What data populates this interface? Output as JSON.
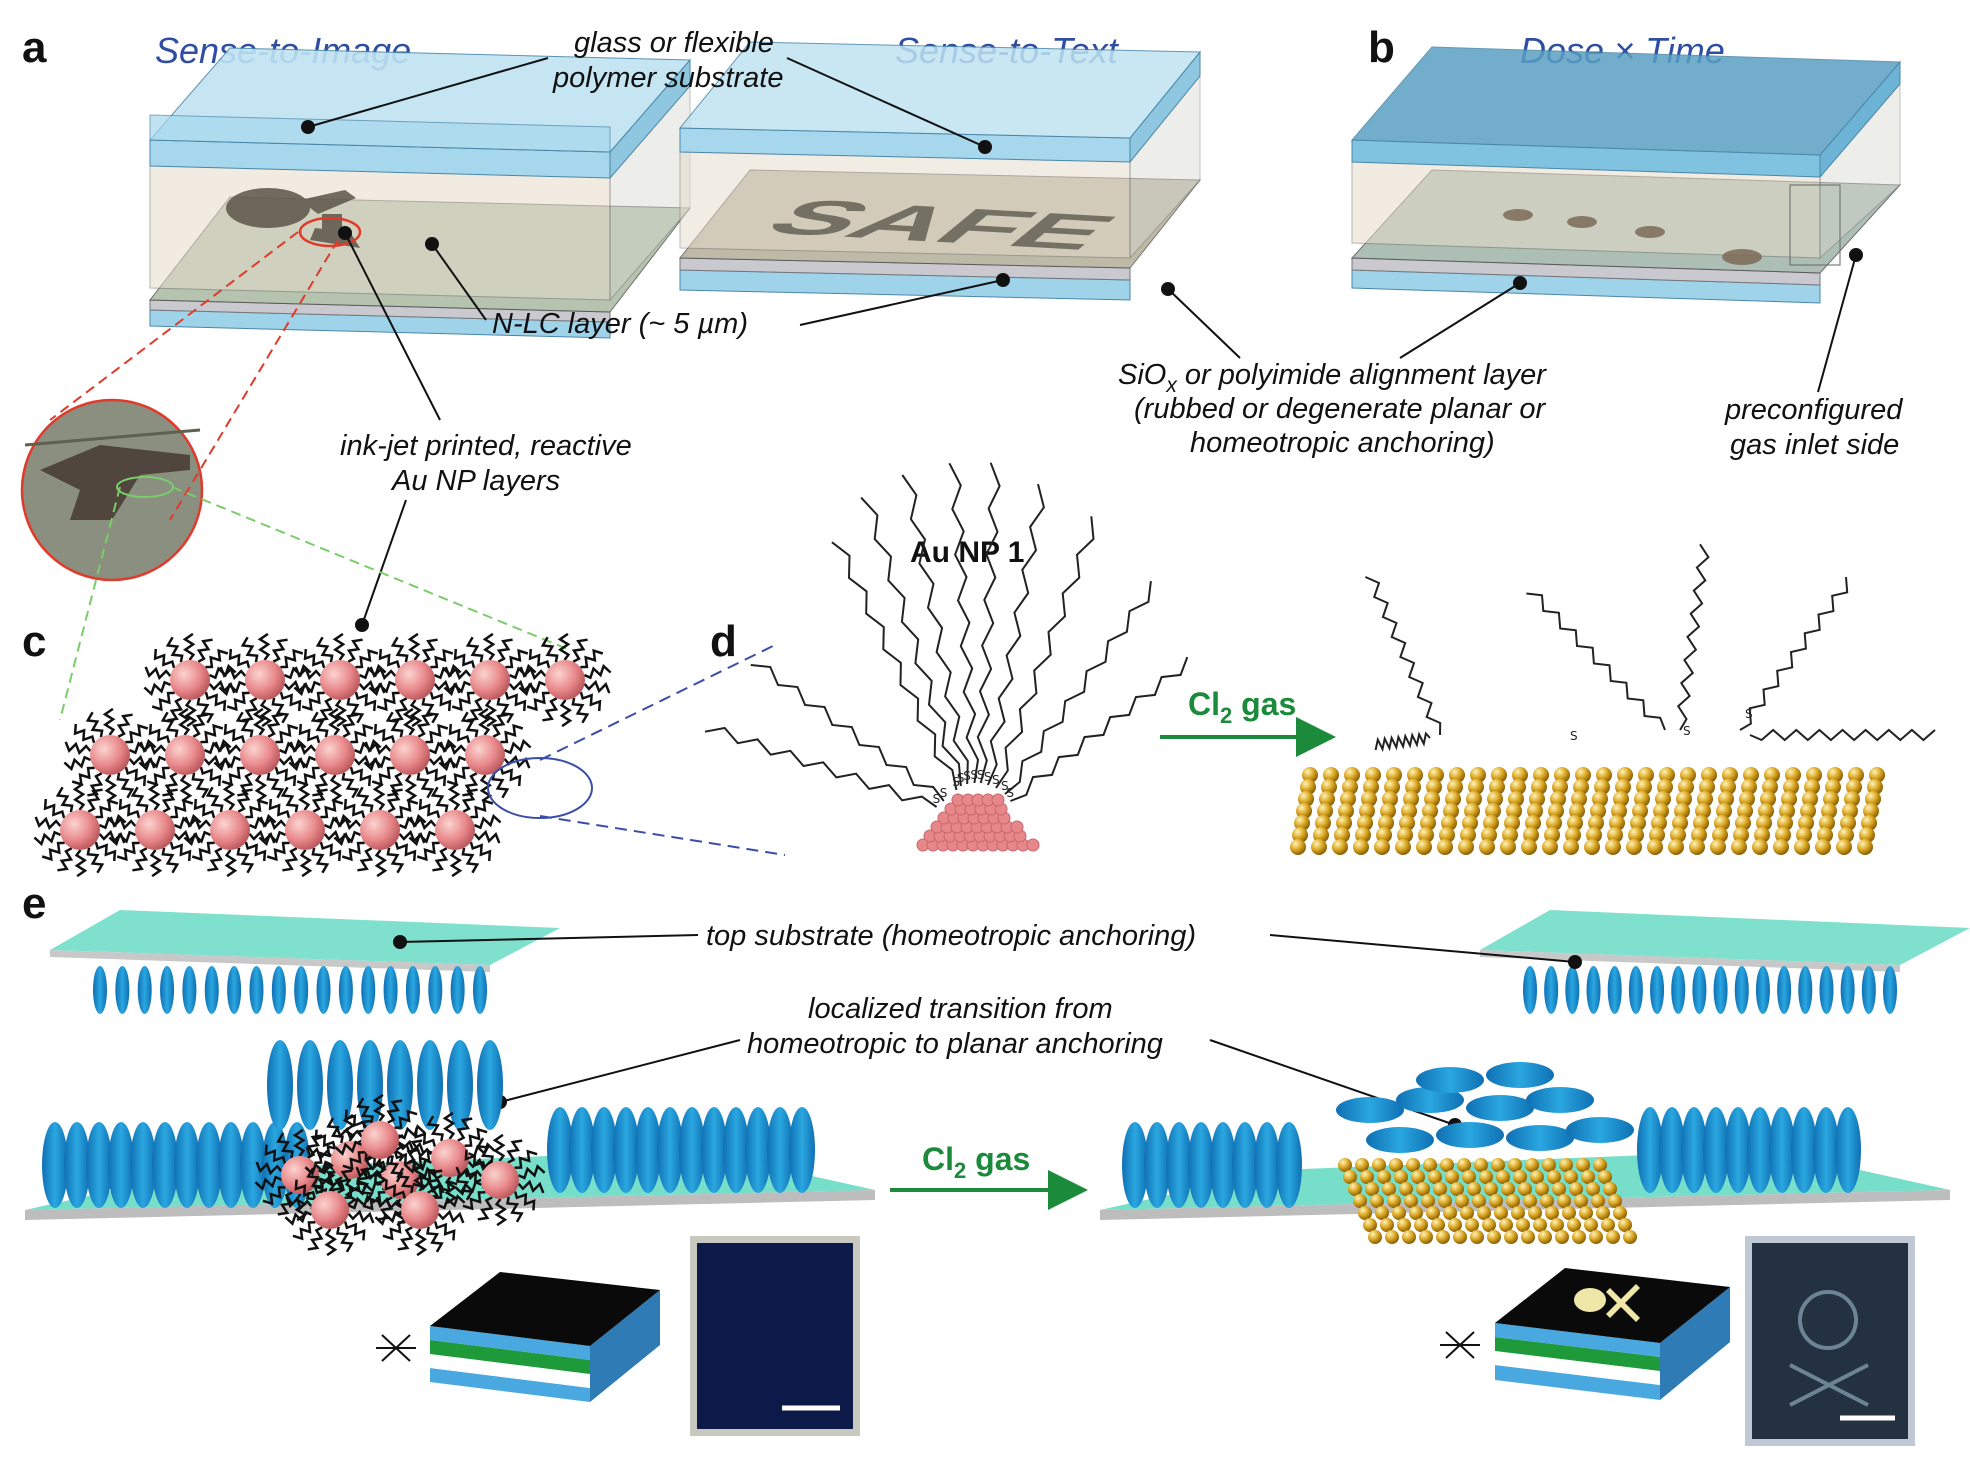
{
  "panels": {
    "a": "a",
    "b": "b",
    "c": "c",
    "d": "d",
    "e": "e"
  },
  "titles": {
    "sense_to_image": "Sense-to-Image",
    "sense_to_text": "Sense-to-Text",
    "dose_time": "Dose × Time"
  },
  "labels": {
    "substrate_1": "glass or flexible",
    "substrate_2": "polymer substrate",
    "nlc": "N-LC layer (~ 5 µm)",
    "inkjet_1": "ink-jet printed, reactive",
    "inkjet_2": "Au NP layers",
    "align_1": "SiO",
    "align_sub": "x",
    "align_1b": " or polyimide alignment layer",
    "align_2": "(rubbed or degenerate planar or",
    "align_3": "homeotropic anchoring)",
    "inlet_1": "preconfigured",
    "inlet_2": "gas inlet side",
    "aunp": "Au NP 1",
    "top_sub": "top substrate (homeotropic anchoring)",
    "local_1": "localized transition from",
    "local_2": "homeotropic to planar anchoring",
    "sense_text_word": "SAFE",
    "sulfur": "S"
  },
  "gas": {
    "cl": "Cl",
    "sub": "2",
    "rest": " gas"
  },
  "colors": {
    "title_blue": "#2f4ea3",
    "arrow_green": "#1b8a3a",
    "np_pink": "#e8878a",
    "gold": "#d9a520",
    "lc_blue": "#2aa7e0",
    "substrate_teal": "#5ed8c0"
  }
}
